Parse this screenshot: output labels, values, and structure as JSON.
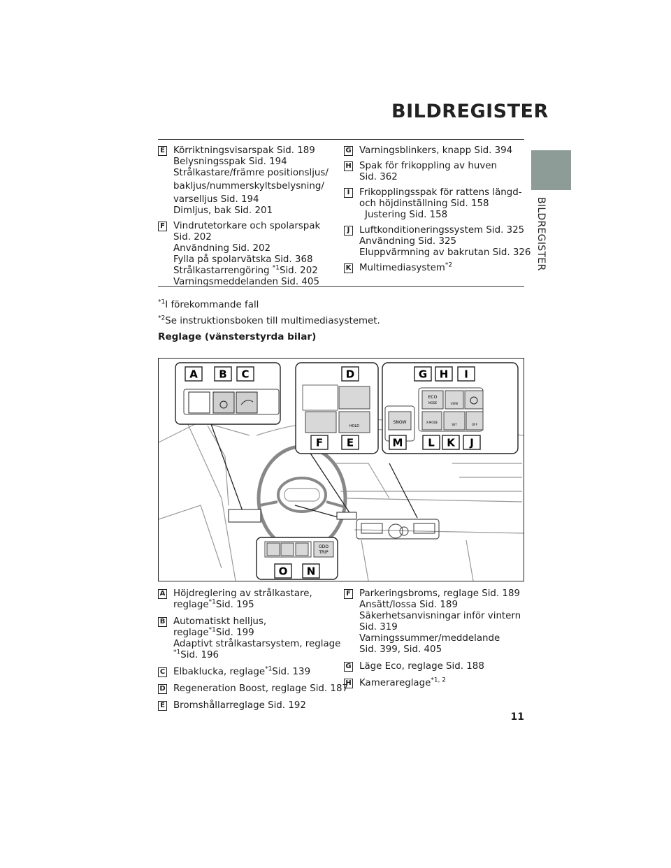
{
  "header": {
    "title": "BILDREGISTER",
    "side_label": "BILDREGISTER"
  },
  "top_left": [
    {
      "key": "E",
      "lines": [
        "Körriktningsvisarspak Sid. 189",
        "Belysningsspak Sid. 194",
        "Strålkastare/främre positionsljus/",
        "bakljus/nummerskyltsbelysning/",
        "varselljus Sid. 194",
        "Dimljus, bak Sid. 201"
      ]
    },
    {
      "key": "F",
      "lines": [
        "Vindrutetorkare och spolarspak",
        "Sid. 202",
        "Användning Sid. 202",
        "Fylla på spolarvätska Sid. 368",
        "Strålkastarrengöring ",
        "Varningsmeddelanden Sid. 405"
      ],
      "sup_line": {
        "before": "Strålkastarrengöring ",
        "sup": "*1",
        "after": "Sid. 202"
      }
    }
  ],
  "top_right": [
    {
      "key": "G",
      "lines": [
        "Varningsblinkers, knapp Sid. 394"
      ]
    },
    {
      "key": "H",
      "lines": [
        "Spak för frikoppling av huven",
        "Sid. 362"
      ]
    },
    {
      "key": "I",
      "lines": [
        "Frikopplingsspak för rattens längd-",
        "och höjdinställning Sid. 158",
        "Justering Sid. 158"
      ]
    },
    {
      "key": "J",
      "lines": [
        "Luftkonditioneringssystem Sid. 325",
        "Användning Sid. 325",
        "Eluppvärmning av bakrutan Sid. 326"
      ]
    },
    {
      "key": "K",
      "text": "Multimediasystem",
      "sup": "*2"
    }
  ],
  "footnotes": [
    {
      "sup": "*1",
      "text": "I förekommande fall"
    },
    {
      "sup": "*2",
      "text": "Se instruktionsboken till multimediasystemet."
    }
  ],
  "subheading": "Reglage (vänsterstyrda bilar)",
  "figure": {
    "callouts_top": [
      "A",
      "B",
      "C",
      "D",
      "G",
      "H",
      "I"
    ],
    "callouts_mid": [
      "F",
      "E",
      "M",
      "L",
      "K",
      "J"
    ],
    "callouts_bottom": [
      "O",
      "N"
    ],
    "button_labels": {
      "eco": "ECO",
      "mode": "MODE",
      "view": "VIEW",
      "snow": "SNOW",
      "set": "SET",
      "hold": "HOLD",
      "odo": "ODO",
      "trip": "TRIP",
      "off": "OFF",
      "xmode": "X-MODE"
    }
  },
  "bottom_left": [
    {
      "key": "A",
      "lines": [
        "Höjdreglering av strålkastare,"
      ],
      "sup_line": {
        "before": "reglage",
        "sup": "*1",
        "after": "Sid. 195"
      }
    },
    {
      "key": "B",
      "lines": [
        "Automatiskt helljus,"
      ],
      "sup_line": {
        "before": "reglage",
        "sup": "*1",
        "after": "Sid. 199"
      },
      "more": [
        "Adaptivt strålkastarsystem, reglage"
      ],
      "sup_line2": {
        "before": "",
        "sup": "*1",
        "after": "Sid. 196"
      }
    },
    {
      "key": "C",
      "sup_line": {
        "before": "Elbaklucka, reglage",
        "sup": "*1",
        "after": "Sid. 139"
      }
    },
    {
      "key": "D",
      "lines": [
        "Regeneration Boost, reglage Sid. 187"
      ]
    },
    {
      "key": "E",
      "lines": [
        "Bromshållarreglage Sid. 192"
      ]
    }
  ],
  "bottom_right": [
    {
      "key": "F",
      "lines": [
        "Parkeringsbroms, reglage Sid. 189",
        "Ansätt/lossa Sid. 189",
        "Säkerhetsanvisningar inför vintern",
        "Sid. 319",
        "Varningssummer/meddelande",
        "Sid. 399, Sid. 405"
      ]
    },
    {
      "key": "G",
      "lines": [
        "Läge Eco, reglage Sid. 188"
      ]
    },
    {
      "key": "H",
      "text": "Kamerareglage",
      "sup": "*1, 2"
    }
  ],
  "page_number": "11",
  "colors": {
    "side_tab": "#8e9c97",
    "text": "#1c1c1c"
  }
}
